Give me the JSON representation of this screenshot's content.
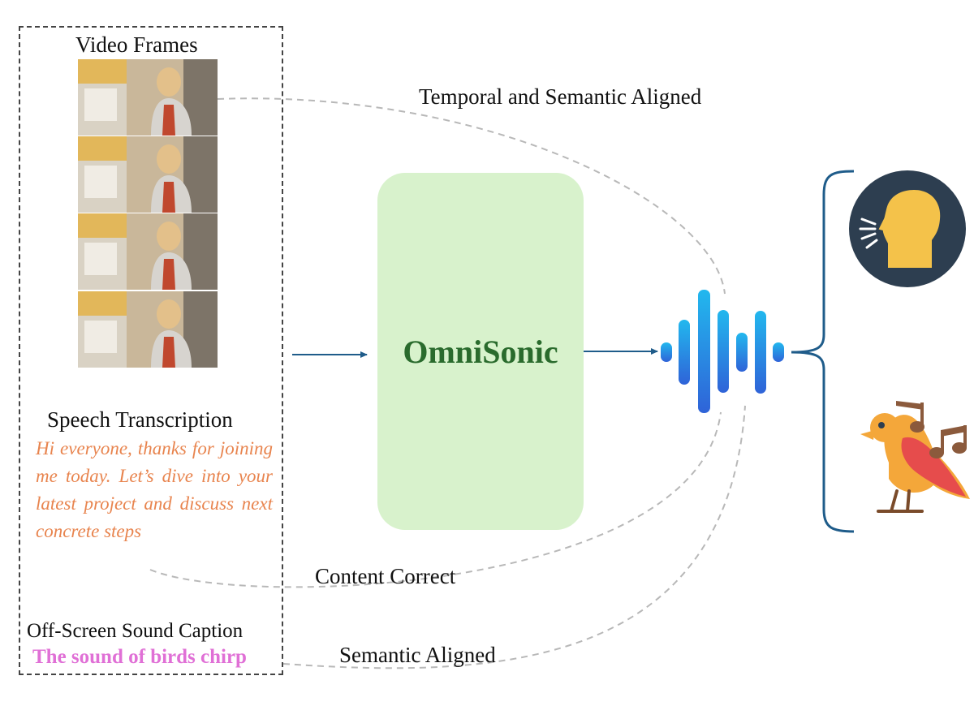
{
  "input_panel": {
    "frames_title": "Video Frames",
    "speech_title": "Speech Transcription",
    "transcript": "Hi everyone, thanks for joining me today. Let’s dive into your latest project and discuss next concrete steps",
    "offscreen_title": "Off-Screen Sound Caption",
    "offscreen_caption": "The sound of birds chirp"
  },
  "model": {
    "name": "OmniSonic"
  },
  "alignments": {
    "temporal_semantic": "Temporal and Semantic Aligned",
    "content": "Content Correct",
    "semantic": "Semantic Aligned"
  },
  "outputs": [
    {
      "icon": "speaking-head-icon"
    },
    {
      "icon": "bird-singing-icon"
    }
  ],
  "colors": {
    "transcript": "#e8844e",
    "caption": "#e070d6",
    "model_fill": "#d8f2cc",
    "model_text": "#2a6b2d",
    "arrow": "#1f5c8a",
    "waveform": "#1e88e5",
    "bracket": "#1f5c8a",
    "dashed_line": "#b8b8b8"
  }
}
